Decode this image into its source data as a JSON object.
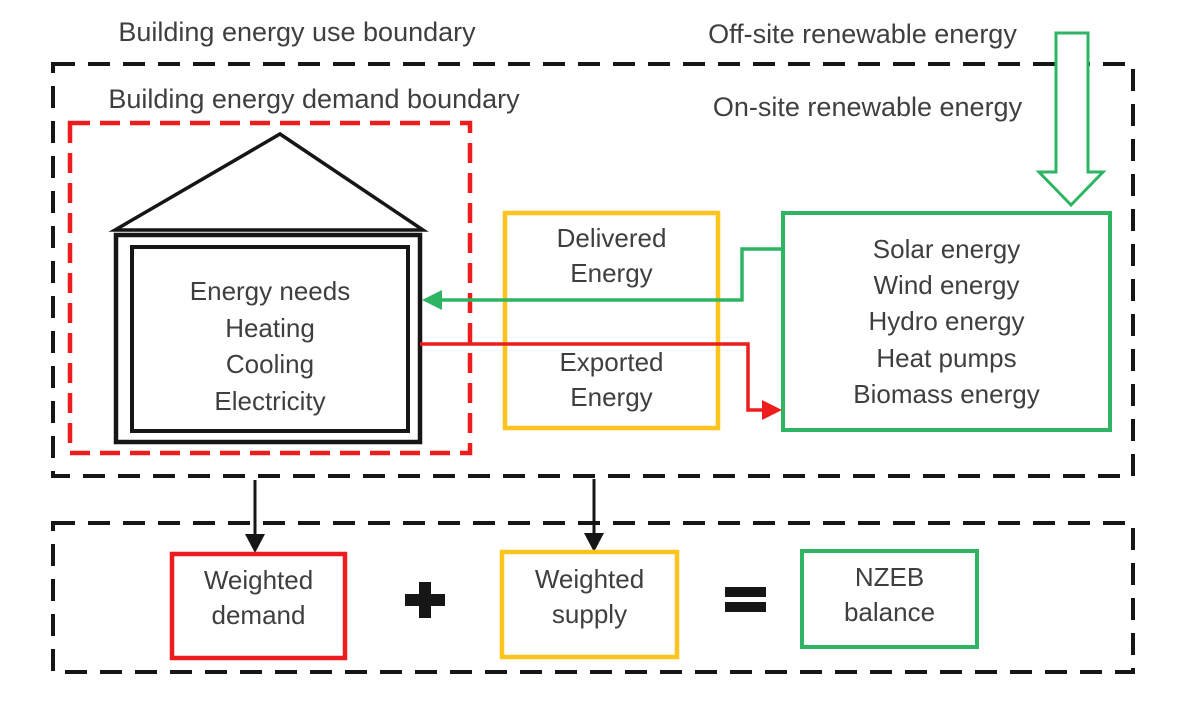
{
  "colors": {
    "green": "#2db563",
    "red": "#ee1d1d",
    "yellow": "#fdc31e",
    "line": "#161616",
    "text": "#3f3f3f"
  },
  "labels": {
    "building_energy_use_boundary": "Building energy use boundary",
    "offsite_renewable": "Off-site renewable energy",
    "building_energy_demand_boundary": "Building energy demand boundary",
    "onsite_renewable": "On-site renewable energy"
  },
  "house": {
    "lines": [
      "Energy needs",
      "Heating",
      "Cooling",
      "Electricity"
    ]
  },
  "carriers": {
    "delivered": {
      "line1": "Delivered",
      "line2": "Energy"
    },
    "exported": {
      "line1": "Exported",
      "line2": "Energy"
    }
  },
  "renewables": {
    "lines": [
      "Solar energy",
      "Wind energy",
      "Hydro energy",
      "Heat pumps",
      "Biomass energy"
    ]
  },
  "balance": {
    "weighted_demand": {
      "line1": "Weighted",
      "line2": "demand"
    },
    "plus": "+",
    "weighted_supply": {
      "line1": "Weighted",
      "line2": "supply"
    },
    "equals": "=",
    "nzeb": {
      "line1": "NZEB",
      "line2": "balance"
    }
  }
}
